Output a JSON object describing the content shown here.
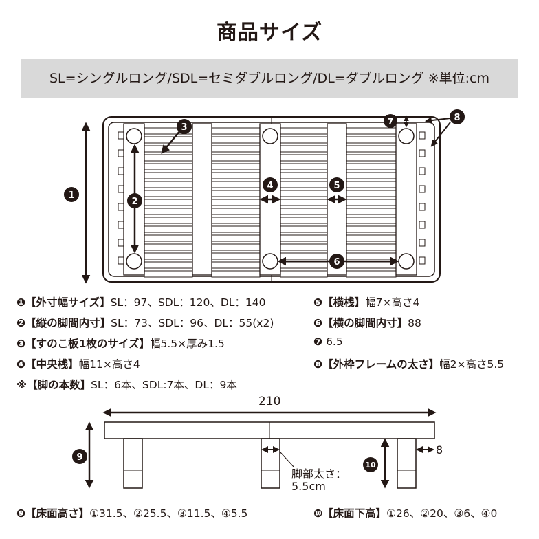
{
  "title": "商品サイズ",
  "banner": "SL=シングルロング/SDL=セミダブルロング/DL=ダブルロング ※単位:cm",
  "markers": [
    "1",
    "2",
    "3",
    "4",
    "5",
    "6",
    "7",
    "8",
    "9",
    "10"
  ],
  "specs_left": [
    {
      "num": "❶",
      "head": "【外寸幅サイズ】",
      "value": "SL：97、SDL：120、DL：140"
    },
    {
      "num": "❷",
      "head": "【縦の脚間内寸】",
      "value": "SL：73、SDL：96、DL：55(x2)"
    },
    {
      "num": "❸",
      "head": "【すのこ板1枚のサイズ】",
      "value": "幅5.5×厚み1.5"
    },
    {
      "num": "❹",
      "head": "【中央桟】",
      "value": "幅11×高さ4"
    },
    {
      "num": "※",
      "head": "【脚の本数】",
      "value": "SL：6本、SDL:7本、DL：9本"
    }
  ],
  "specs_right": [
    {
      "num": "❺",
      "head": "【横桟】",
      "value": "幅7×高さ4"
    },
    {
      "num": "❻",
      "head": "【横の脚間内寸】",
      "value": "88"
    },
    {
      "num": "❼",
      "head": "",
      "value": "6.5"
    },
    {
      "num": "❽",
      "head": "【外枠フレームの太さ】",
      "value": "幅2×高さ5.5"
    }
  ],
  "side": {
    "length": "210",
    "leg_width_label": "脚部太さ：",
    "leg_width_value": "5.5cm",
    "leg_gap": "8"
  },
  "bottom_left": {
    "num": "❾",
    "head": "【床面高さ】",
    "value": "①31.5、②25.5、③11.5、④5.5"
  },
  "bottom_right": {
    "num": "❿",
    "head": "【床面下高】",
    "value": "①26、②20、③6、④0"
  }
}
